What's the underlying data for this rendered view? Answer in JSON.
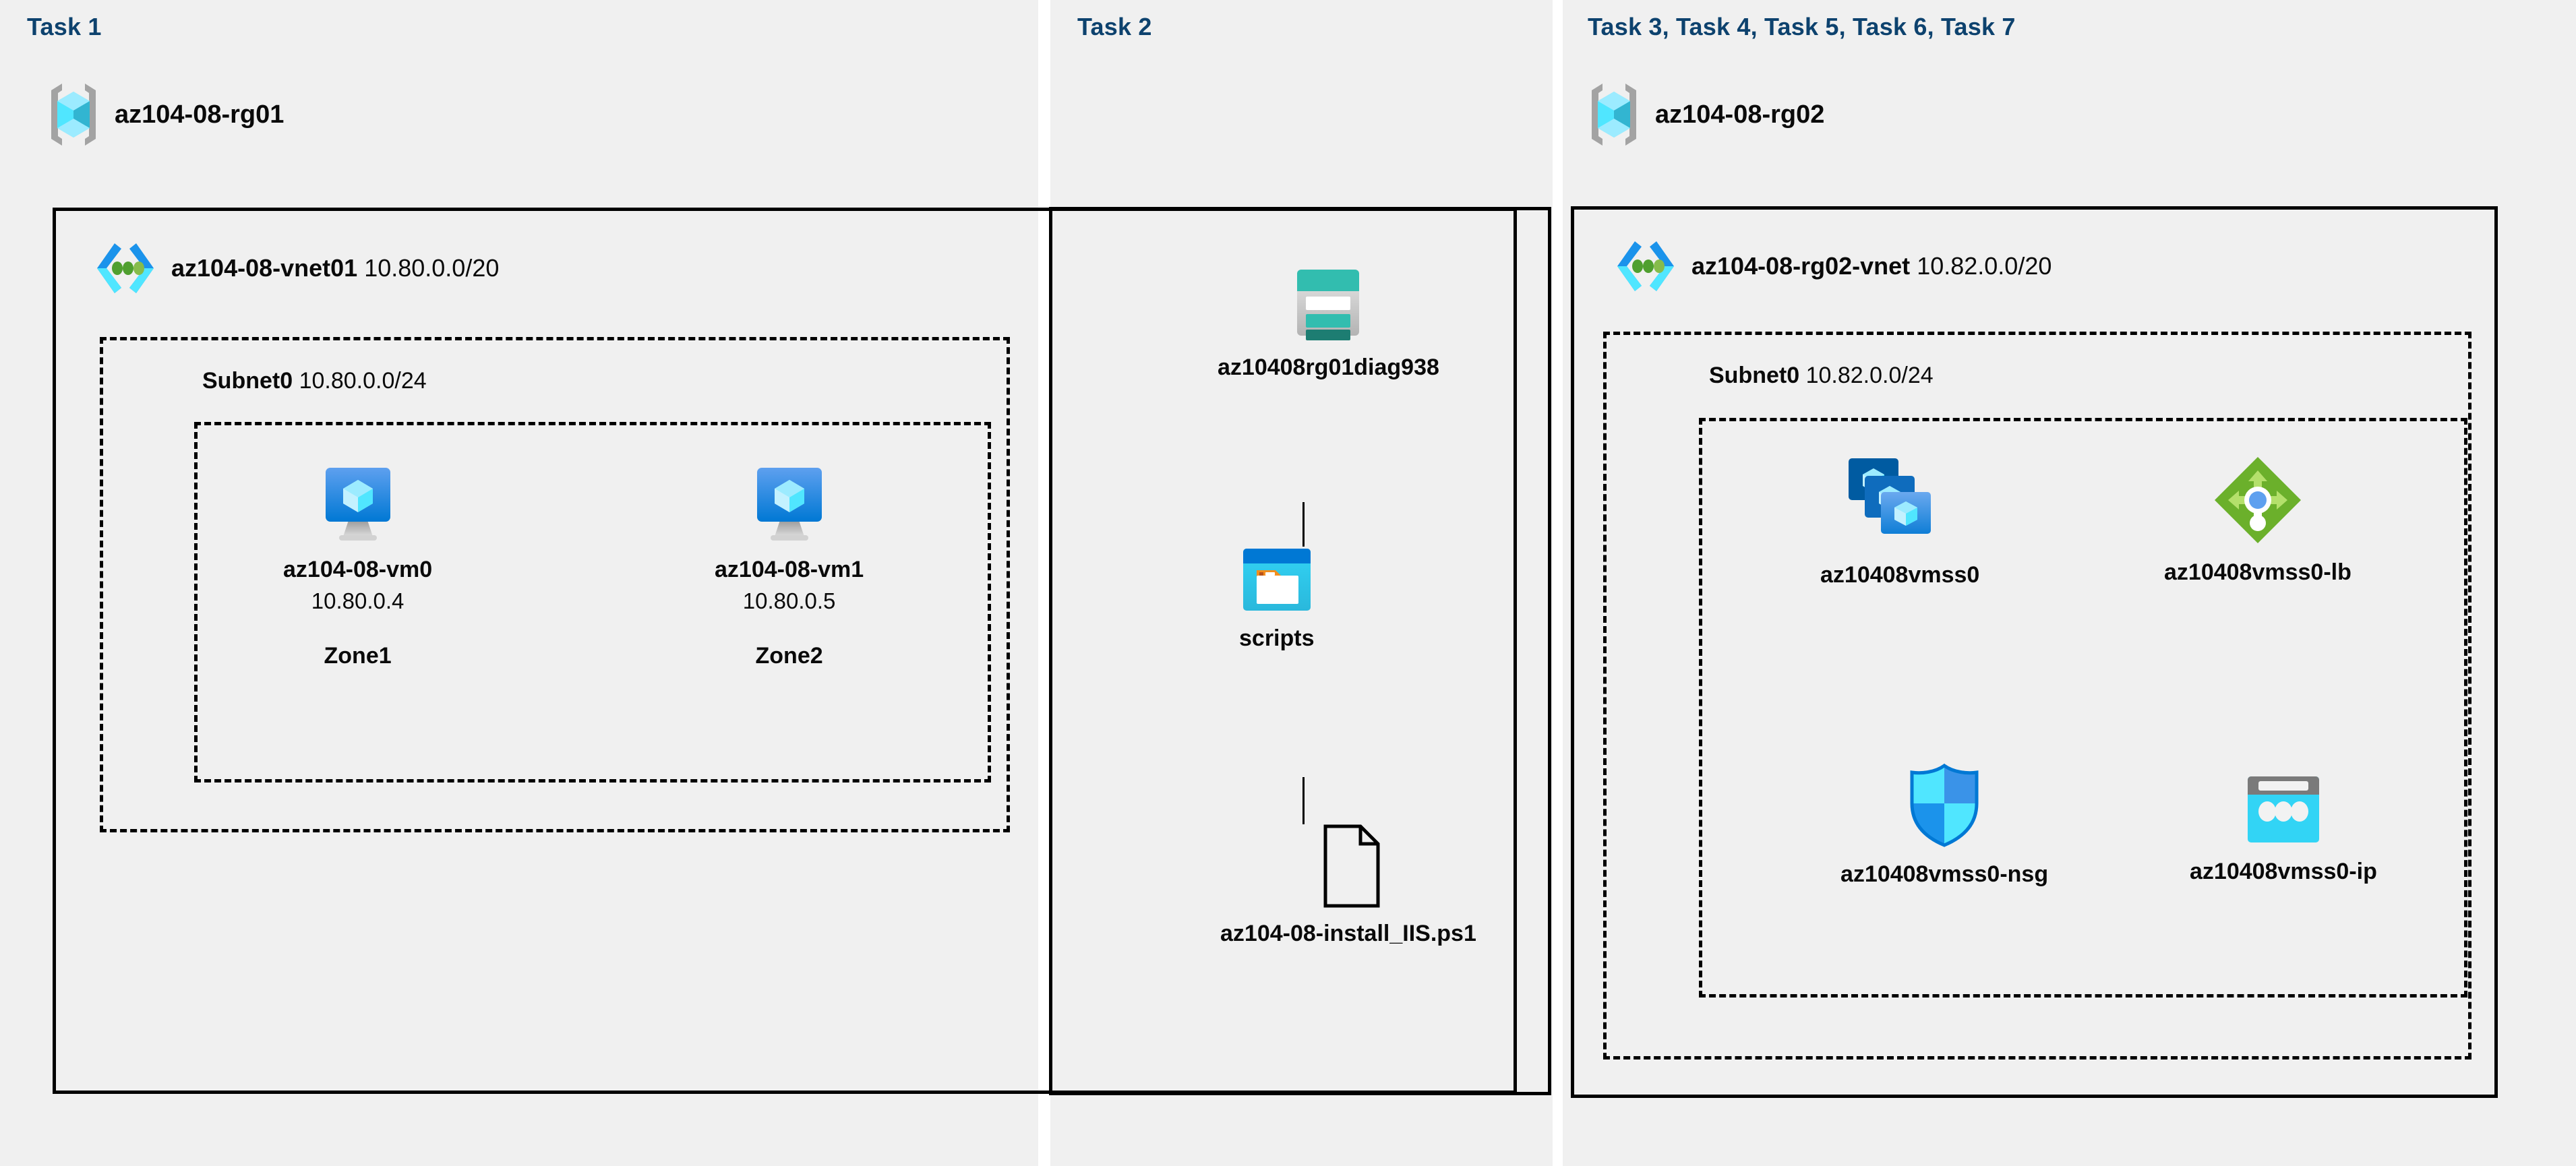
{
  "colors": {
    "panel_bg": "#f0f0f0",
    "page_bg": "#ffffff",
    "task_label": "#0d426e",
    "border": "#000000",
    "azure_blue": "#0078d4",
    "azure_cyan": "#32d4f5",
    "vnet_green": "#4f9f2f",
    "storage_teal": "#32bdaf",
    "lb_green": "#6bb02b",
    "nsg_blue": "#1b93eb",
    "ip_gray": "#7a7a7a"
  },
  "panels": [
    {
      "id": "task1",
      "label": "Task 1",
      "resource_group": {
        "name": "az104-08-rg01",
        "icon": "resource-group-icon"
      },
      "vnet": {
        "name": "az104-08-vnet01",
        "cidr": "10.80.0.0/20",
        "icon": "virtual-network-icon"
      },
      "subnet": {
        "name": "Subnet0",
        "cidr": "10.80.0.0/24"
      },
      "vms": [
        {
          "name": "az104-08-vm0",
          "ip": "10.80.0.4",
          "zone": "Zone1",
          "icon": "virtual-machine-icon"
        },
        {
          "name": "az104-08-vm1",
          "ip": "10.80.0.5",
          "zone": "Zone2",
          "icon": "virtual-machine-icon"
        }
      ]
    },
    {
      "id": "task2",
      "label": "Task 2",
      "nodes": [
        {
          "name": "az10408rg01diag938",
          "icon": "storage-account-icon"
        },
        {
          "name": "scripts",
          "icon": "blob-container-icon"
        },
        {
          "name": "az104-08-install_IIS.ps1",
          "icon": "file-icon"
        }
      ]
    },
    {
      "id": "task3",
      "label": "Task 3, Task 4, Task 5, Task 6, Task 7",
      "resource_group": {
        "name": "az104-08-rg02",
        "icon": "resource-group-icon"
      },
      "vnet": {
        "name": "az104-08-rg02-vnet",
        "cidr": "10.82.0.0/20",
        "icon": "virtual-network-icon"
      },
      "subnet": {
        "name": "Subnet0",
        "cidr": "10.82.0.0/24"
      },
      "resources": [
        {
          "name": "az10408vmss0",
          "icon": "vm-scale-set-icon"
        },
        {
          "name": "az10408vmss0-lb",
          "icon": "load-balancer-icon"
        },
        {
          "name": "az10408vmss0-nsg",
          "icon": "network-security-group-icon"
        },
        {
          "name": "az10408vmss0-ip",
          "icon": "public-ip-address-icon"
        }
      ]
    }
  ]
}
